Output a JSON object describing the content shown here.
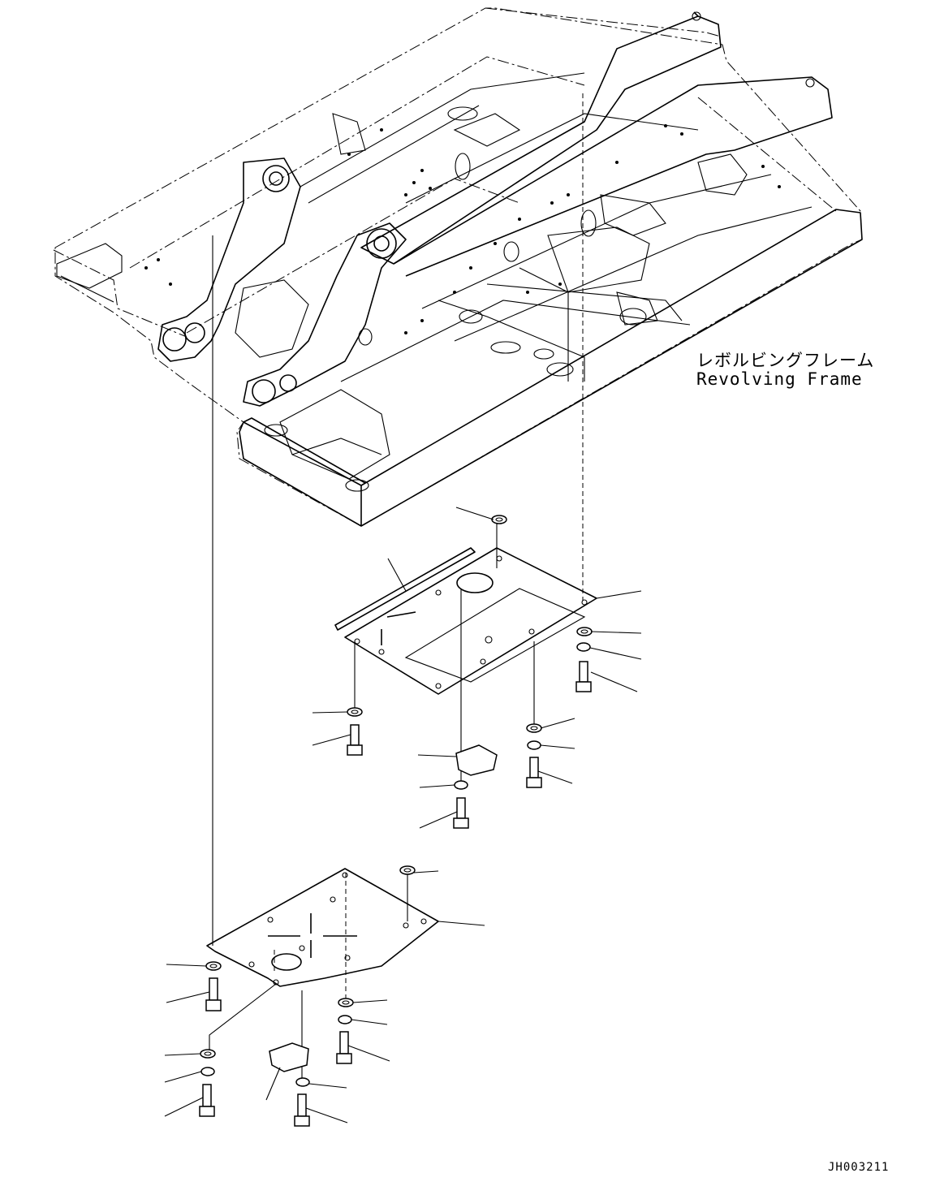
{
  "labels": {
    "frame_jp": "レボルビングフレーム",
    "frame_en": "Revolving Frame",
    "drawing_code": "JH003211"
  },
  "colors": {
    "line": "#000000",
    "background": "#ffffff"
  }
}
